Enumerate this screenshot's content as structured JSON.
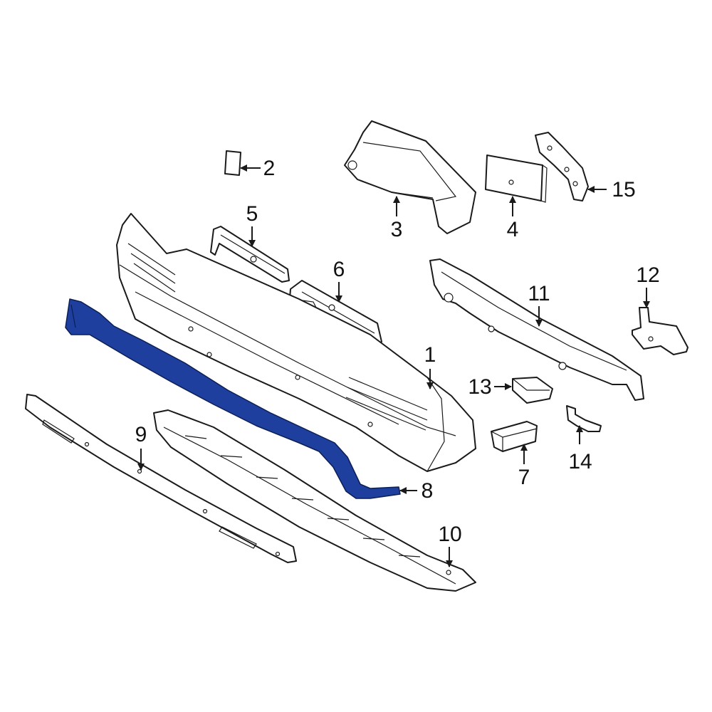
{
  "diagram": {
    "highlight_color": "#1f3f9e",
    "callouts": [
      {
        "id": "1",
        "label": "1"
      },
      {
        "id": "2",
        "label": "2"
      },
      {
        "id": "3",
        "label": "3"
      },
      {
        "id": "4",
        "label": "4"
      },
      {
        "id": "5",
        "label": "5"
      },
      {
        "id": "6",
        "label": "6"
      },
      {
        "id": "7",
        "label": "7"
      },
      {
        "id": "8",
        "label": "8"
      },
      {
        "id": "9",
        "label": "9"
      },
      {
        "id": "10",
        "label": "10"
      },
      {
        "id": "11",
        "label": "11"
      },
      {
        "id": "12",
        "label": "12"
      },
      {
        "id": "13",
        "label": "13"
      },
      {
        "id": "14",
        "label": "14"
      },
      {
        "id": "15",
        "label": "15"
      }
    ]
  }
}
